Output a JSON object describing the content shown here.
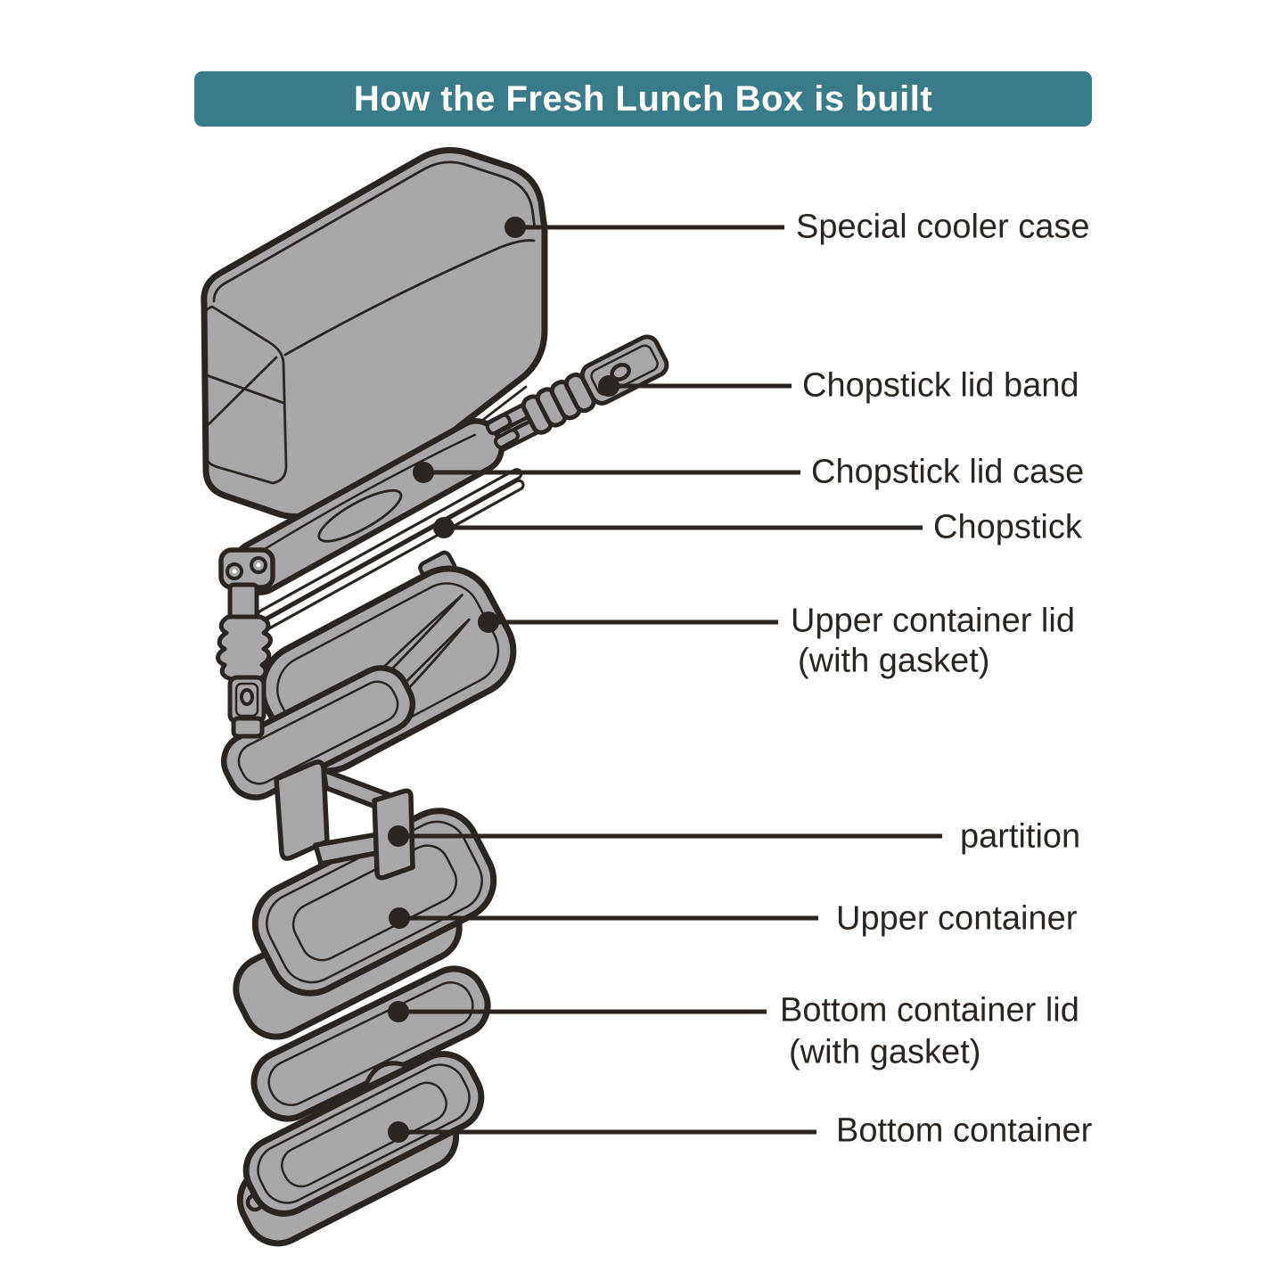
{
  "title": {
    "text": "How the Fresh Lunch Box is built"
  },
  "colors": {
    "teal": "#397b8b",
    "ink": "#2b2522",
    "part": "#a8a8aa",
    "paper": "#ffffff"
  },
  "labels": [
    {
      "id": "special-cooler-case",
      "text": "Special cooler case"
    },
    {
      "id": "chopstick-lid-band",
      "text": "Chopstick lid band"
    },
    {
      "id": "chopstick-lid-case",
      "text": "Chopstick lid case"
    },
    {
      "id": "chopstick",
      "text": "Chopstick"
    },
    {
      "id": "upper-container-lid",
      "text": "Upper container lid",
      "sub": "(with gasket)"
    },
    {
      "id": "partition",
      "text": "partition"
    },
    {
      "id": "upper-container",
      "text": "Upper container"
    },
    {
      "id": "bottom-container-lid",
      "text": "Bottom container lid",
      "sub": "(with gasket)"
    },
    {
      "id": "bottom-container",
      "text": "Bottom container"
    }
  ]
}
